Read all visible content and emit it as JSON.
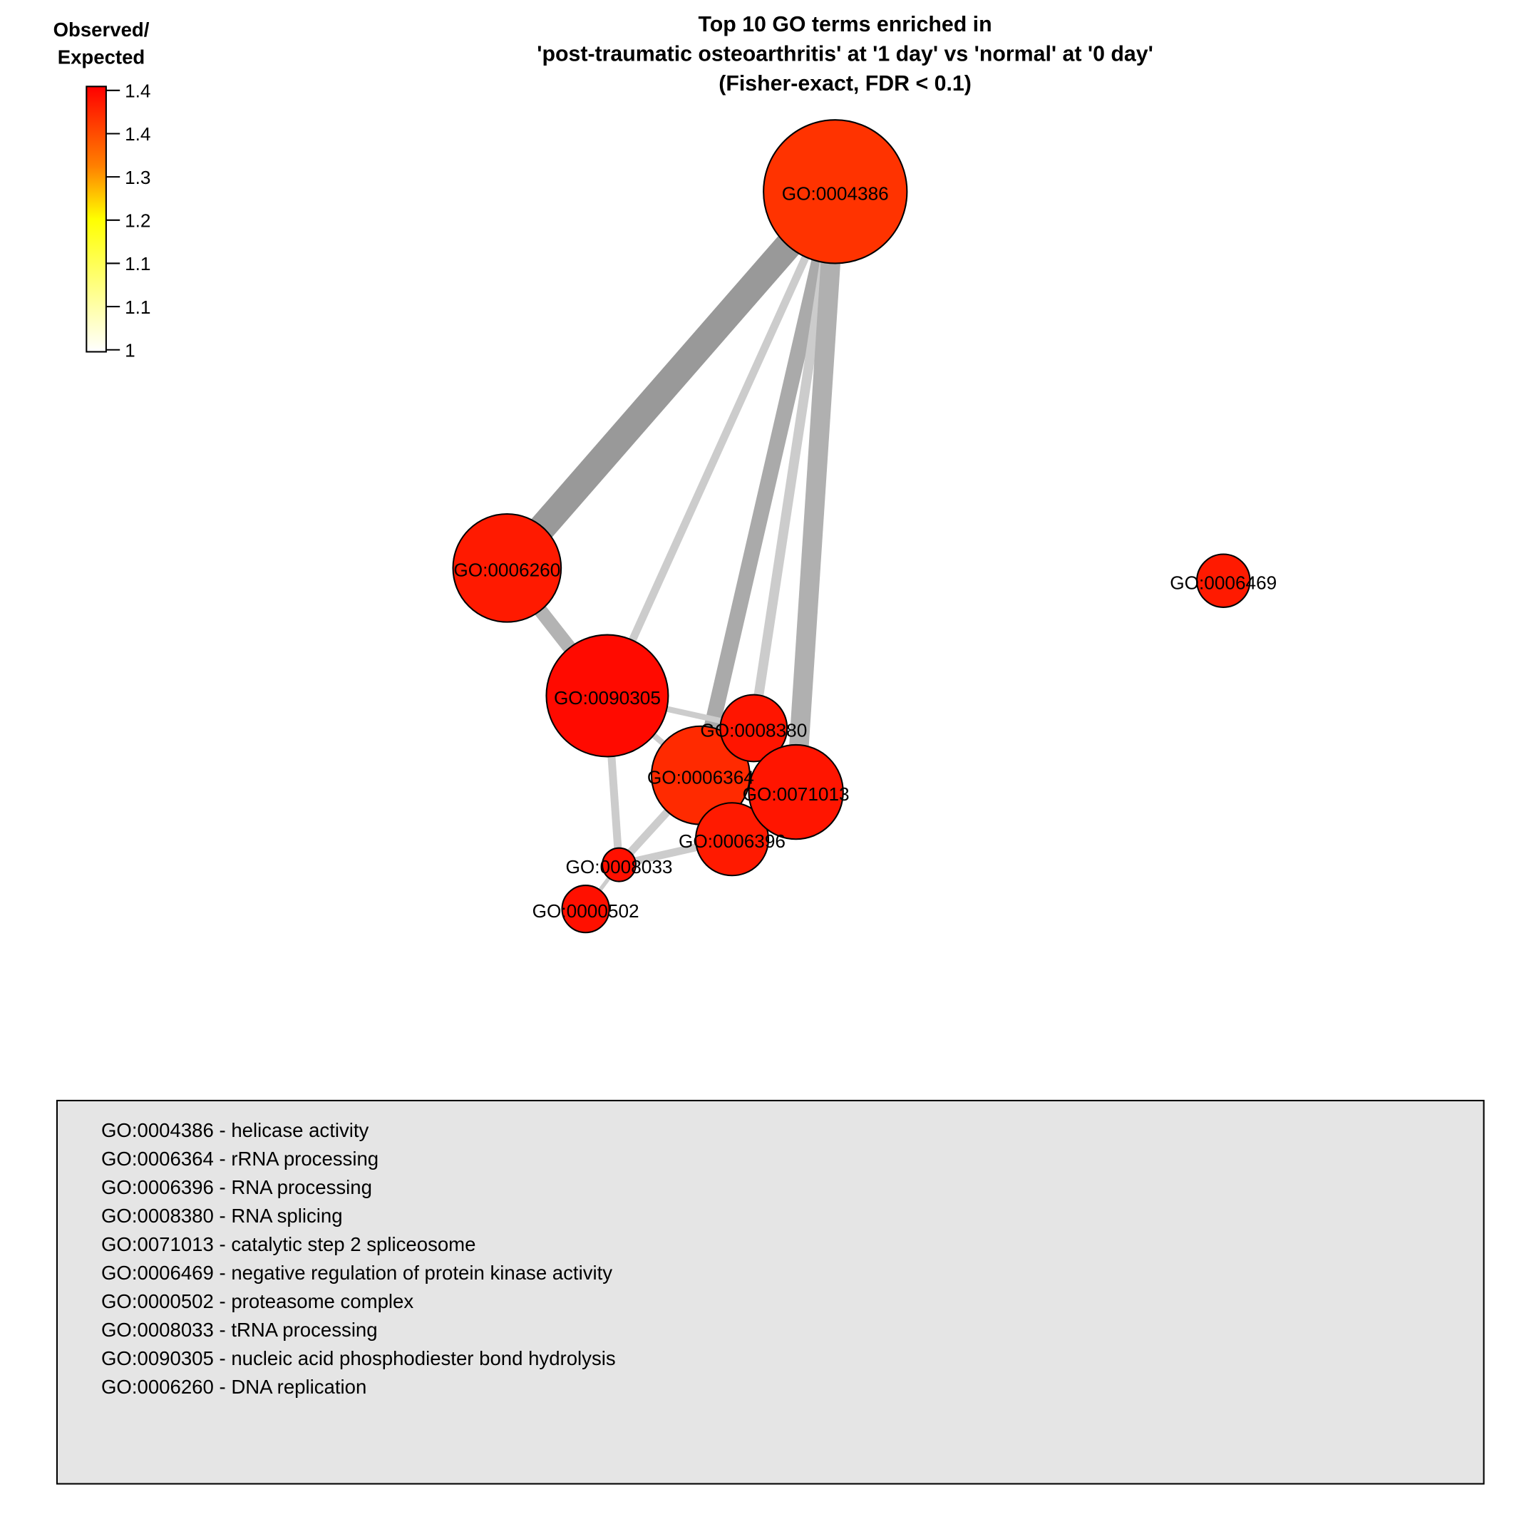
{
  "title": {
    "line1": "Top 10 GO terms enriched in",
    "line2": "'post-traumatic osteoarthritis' at '1 day' vs 'normal' at '0 day'",
    "line3": "(Fisher-exact, FDR < 0.1)"
  },
  "colorbar": {
    "title_line1": "Observed/",
    "title_line2": "Expected",
    "ticks": [
      "1.4",
      "1.4",
      "1.3",
      "1.2",
      "1.1",
      "1.1",
      "1"
    ],
    "colors": [
      "#ff0000",
      "#ff3300",
      "#ff7700",
      "#ffaa00",
      "#ffff00",
      "#ffff66",
      "#fffff5"
    ]
  },
  "nodes": [
    {
      "id": "GO:0004386",
      "fill": "#ff3300"
    },
    {
      "id": "GO:0006260",
      "fill": "#ff1a00"
    },
    {
      "id": "GO:0090305",
      "fill": "#ff0a00"
    },
    {
      "id": "GO:0008380",
      "fill": "#ff1500"
    },
    {
      "id": "GO:0006364",
      "fill": "#ff2a00"
    },
    {
      "id": "GO:0071013",
      "fill": "#ff1500"
    },
    {
      "id": "GO:0006396",
      "fill": "#ff1a00"
    },
    {
      "id": "GO:0008033",
      "fill": "#ff1000"
    },
    {
      "id": "GO:0000502",
      "fill": "#ff1000"
    },
    {
      "id": "GO:0006469",
      "fill": "#ff1a00"
    }
  ],
  "edges": [
    {
      "source": "GO:0004386",
      "target": "GO:0006260",
      "weight": 28,
      "color": "#999999"
    },
    {
      "source": "GO:0004386",
      "target": "GO:0090305",
      "weight": 8,
      "color": "#cccccc"
    },
    {
      "source": "GO:0004386",
      "target": "GO:0006364",
      "weight": 16,
      "color": "#aaaaaa"
    },
    {
      "source": "GO:0004386",
      "target": "GO:0008380",
      "weight": 10,
      "color": "#cccccc"
    },
    {
      "source": "GO:0004386",
      "target": "GO:0071013",
      "weight": 20,
      "color": "#b0b0b0"
    },
    {
      "source": "GO:0006260",
      "target": "GO:0090305",
      "weight": 14,
      "color": "#b3b3b3"
    },
    {
      "source": "GO:0090305",
      "target": "GO:0008380",
      "weight": 6,
      "color": "#cccccc"
    },
    {
      "source": "GO:0090305",
      "target": "GO:0006364",
      "weight": 6,
      "color": "#cccccc"
    },
    {
      "source": "GO:0090305",
      "target": "GO:0008033",
      "weight": 8,
      "color": "#cccccc"
    },
    {
      "source": "GO:0006364",
      "target": "GO:0008033",
      "weight": 8,
      "color": "#cccccc"
    },
    {
      "source": "GO:0006396",
      "target": "GO:0008033",
      "weight": 8,
      "color": "#cccccc"
    },
    {
      "source": "GO:0008033",
      "target": "GO:0000502",
      "weight": 4,
      "color": "#cccccc"
    },
    {
      "source": "GO:0006364",
      "target": "GO:0071013",
      "weight": 8,
      "color": "#cccccc"
    }
  ],
  "legend": [
    "GO:0004386 - helicase activity",
    "GO:0006364 - rRNA processing",
    "GO:0006396 - RNA processing",
    "GO:0008380 - RNA splicing",
    "GO:0071013 - catalytic step 2 spliceosome",
    "GO:0006469 - negative regulation of protein kinase activity",
    "GO:0000502 - proteasome complex",
    "GO:0008033 - tRNA processing",
    "GO:0090305 - nucleic acid phosphodiester bond hydrolysis",
    "GO:0006260 - DNA replication"
  ]
}
